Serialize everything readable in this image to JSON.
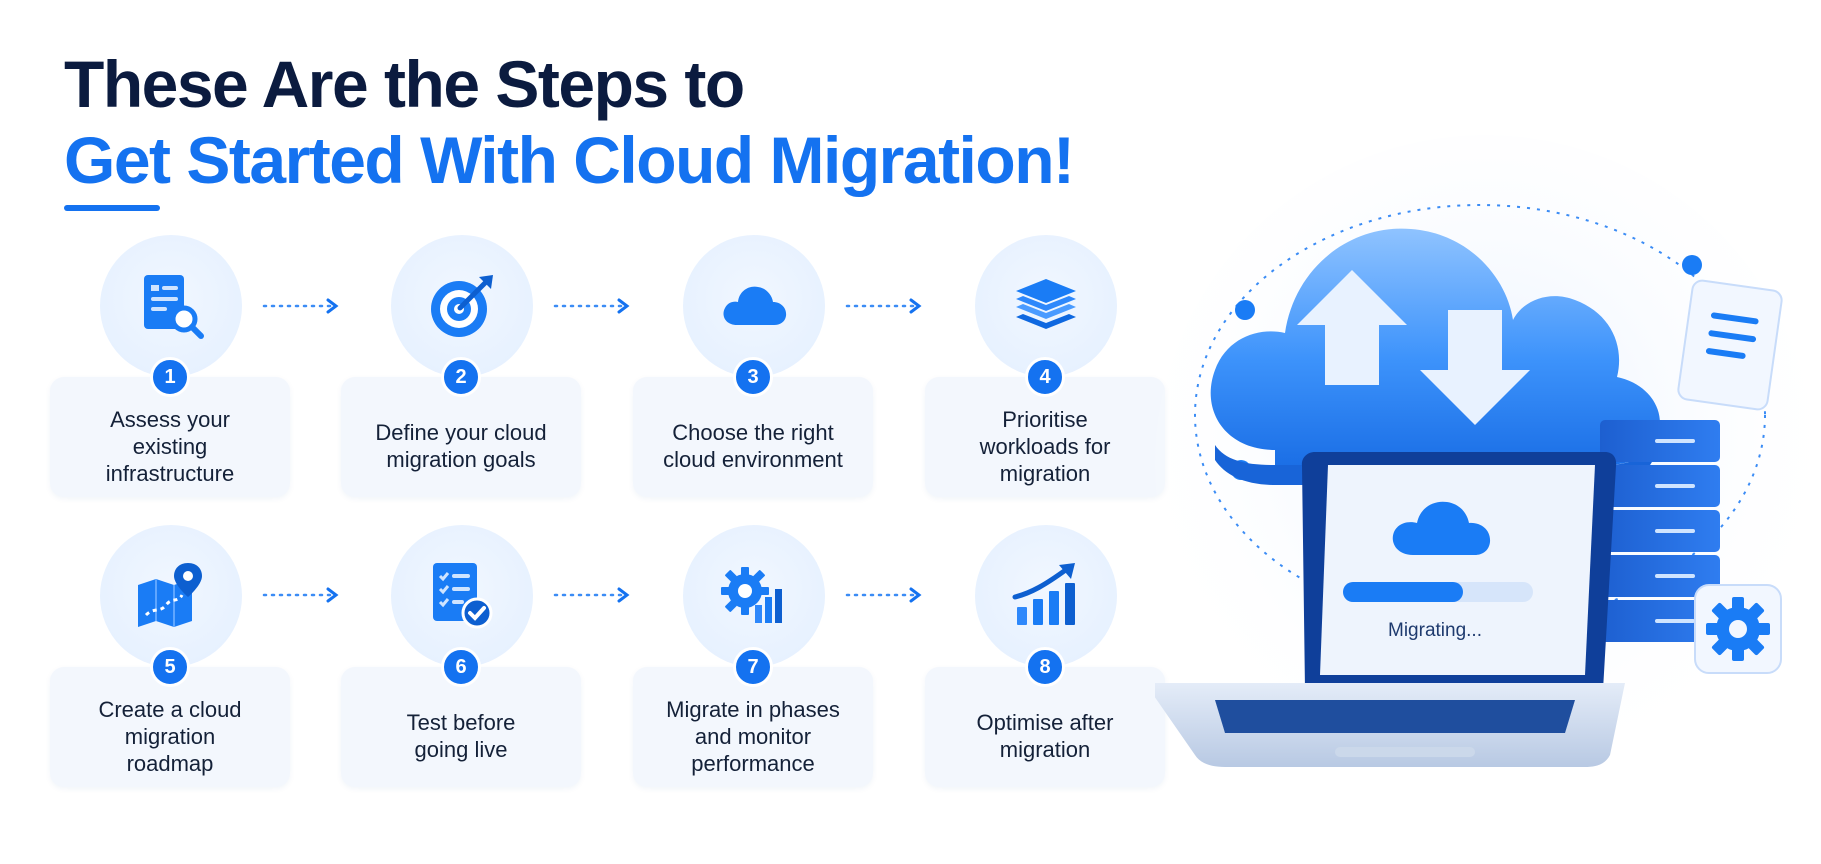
{
  "header": {
    "title_line1": "These Are the Steps to",
    "title_line2": "Get Started With Cloud Migration!"
  },
  "steps": [
    {
      "number": "1",
      "label": "Assess your existing infrastructure",
      "icon": "document-search-icon"
    },
    {
      "number": "2",
      "label": "Define your cloud migration goals",
      "icon": "target-icon"
    },
    {
      "number": "3",
      "label": "Choose the right cloud environment",
      "icon": "cloud-icon"
    },
    {
      "number": "4",
      "label": "Prioritise workloads for migration",
      "icon": "layers-icon"
    },
    {
      "number": "5",
      "label": "Create a cloud migration roadmap",
      "icon": "map-pin-icon"
    },
    {
      "number": "6",
      "label": "Test before going live",
      "icon": "checklist-icon"
    },
    {
      "number": "7",
      "label": "Migrate in phases and monitor performance",
      "icon": "gear-chart-icon"
    },
    {
      "number": "8",
      "label": "Optimise after migration",
      "icon": "growth-chart-icon"
    }
  ],
  "illustration": {
    "laptop_status": "Migrating..."
  },
  "colors": {
    "accent": "#1472f0",
    "heading": "#0b1b3f",
    "card": "#f3f7fd"
  }
}
